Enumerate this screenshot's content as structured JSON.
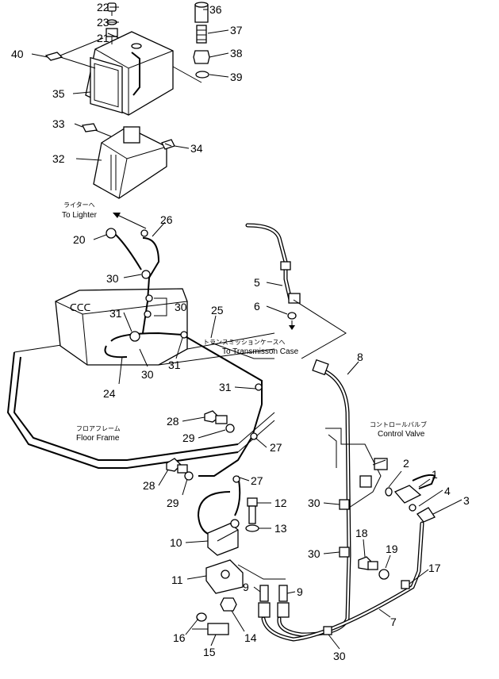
{
  "callouts": [
    {
      "id": "c22",
      "label": "22"
    },
    {
      "id": "c23",
      "label": "23"
    },
    {
      "id": "c21",
      "label": "21"
    },
    {
      "id": "c40",
      "label": "40"
    },
    {
      "id": "c35",
      "label": "35"
    },
    {
      "id": "c36",
      "label": "36"
    },
    {
      "id": "c37",
      "label": "37"
    },
    {
      "id": "c38",
      "label": "38"
    },
    {
      "id": "c39",
      "label": "39"
    },
    {
      "id": "c33",
      "label": "33"
    },
    {
      "id": "c34",
      "label": "34"
    },
    {
      "id": "c32",
      "label": "32"
    },
    {
      "id": "c26",
      "label": "26"
    },
    {
      "id": "c20",
      "label": "20"
    },
    {
      "id": "c30a",
      "label": "30"
    },
    {
      "id": "c30b",
      "label": "30"
    },
    {
      "id": "c31a",
      "label": "31"
    },
    {
      "id": "c25",
      "label": "25"
    },
    {
      "id": "c5",
      "label": "5"
    },
    {
      "id": "c6",
      "label": "6"
    },
    {
      "id": "c8",
      "label": "8"
    },
    {
      "id": "c31b",
      "label": "31"
    },
    {
      "id": "c30c",
      "label": "30"
    },
    {
      "id": "c24",
      "label": "24"
    },
    {
      "id": "c31c",
      "label": "31"
    },
    {
      "id": "c28a",
      "label": "28"
    },
    {
      "id": "c29a",
      "label": "29"
    },
    {
      "id": "c27a",
      "label": "27"
    },
    {
      "id": "c28b",
      "label": "28"
    },
    {
      "id": "c29b",
      "label": "29"
    },
    {
      "id": "c27b",
      "label": "27"
    },
    {
      "id": "c12",
      "label": "12"
    },
    {
      "id": "c13",
      "label": "13"
    },
    {
      "id": "c10",
      "label": "10"
    },
    {
      "id": "c2",
      "label": "2"
    },
    {
      "id": "c1",
      "label": "1"
    },
    {
      "id": "c4",
      "label": "4"
    },
    {
      "id": "c3",
      "label": "3"
    },
    {
      "id": "c30d",
      "label": "30"
    },
    {
      "id": "c18",
      "label": "18"
    },
    {
      "id": "c19",
      "label": "19"
    },
    {
      "id": "c30e",
      "label": "30"
    },
    {
      "id": "c17",
      "label": "17"
    },
    {
      "id": "c11",
      "label": "11"
    },
    {
      "id": "c9a",
      "label": "9"
    },
    {
      "id": "c9b",
      "label": "9"
    },
    {
      "id": "c7",
      "label": "7"
    },
    {
      "id": "c16",
      "label": "16"
    },
    {
      "id": "c14",
      "label": "14"
    },
    {
      "id": "c15",
      "label": "15"
    },
    {
      "id": "c30f",
      "label": "30"
    }
  ],
  "annotations": {
    "lighter_jp": "ライターへ",
    "lighter_en": "To Lighter",
    "transmission_jp": "トランスミッションケースへ",
    "transmission_en": "To Transmisson Case",
    "floor_jp": "フロアフレーム",
    "floor_en": "Floor Frame",
    "control_jp": "コントロールバルブ",
    "control_en": "Control Valve"
  }
}
